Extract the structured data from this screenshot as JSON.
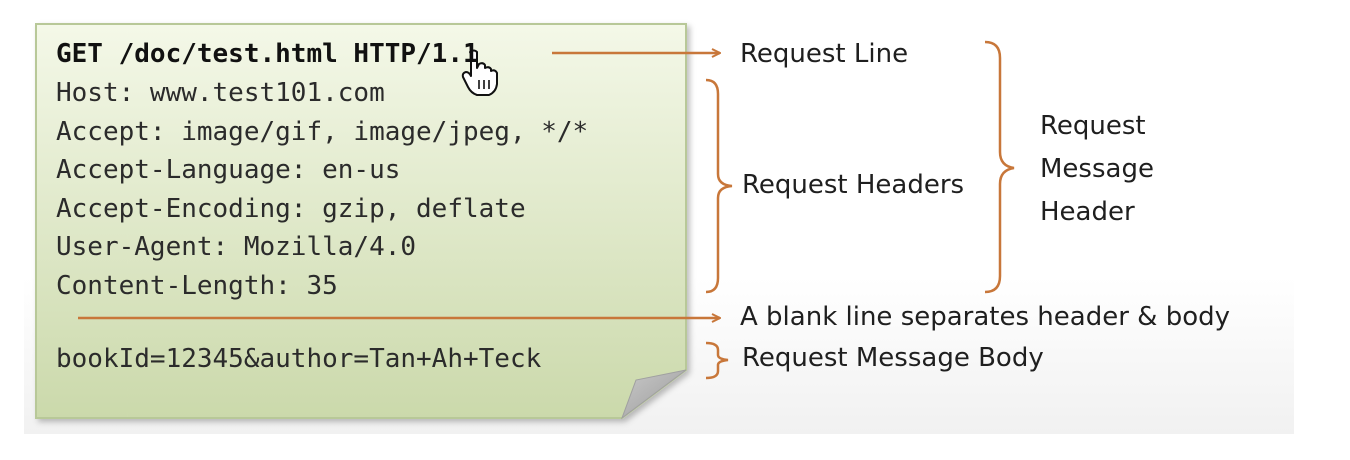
{
  "request_lines": [
    "GET /doc/test.html HTTP/1.1",
    "Host: www.test101.com",
    "Accept: image/gif, image/jpeg, */*",
    "Accept-Language: en-us",
    "Accept-Encoding: gzip, deflate",
    "User-Agent: Mozilla/4.0",
    "Content-Length: 35"
  ],
  "request_body": "bookId=12345&author=Tan+Ah+Teck",
  "labels": {
    "request_line": "Request Line",
    "request_headers": "Request Headers",
    "message_header_1": "Request",
    "message_header_2": "Message",
    "message_header_3": "Header",
    "blank_line": "A blank line separates header & body",
    "message_body": "Request Message Body"
  },
  "colors": {
    "note_fill_top": "#f3f7e6",
    "note_fill_bottom": "#cfdcb0",
    "note_border": "#b9c99a",
    "arrow": "#c8773a",
    "brace": "#c8773a"
  },
  "icons": {
    "cursor": "hand-pointer-icon"
  }
}
